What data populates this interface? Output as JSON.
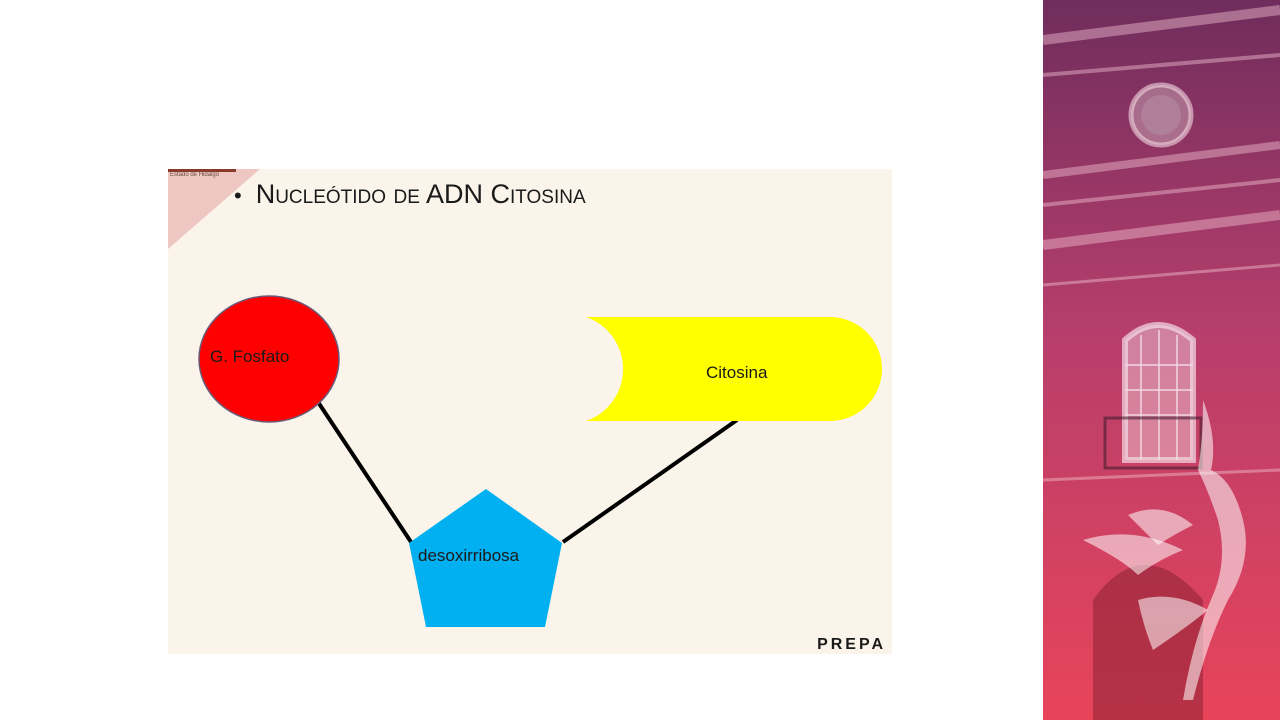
{
  "slide": {
    "header_text": "Estado de Hidalgo",
    "bullet": "•",
    "title": "Nucleótido de ADN Citosina",
    "logo_text": "PREPA"
  },
  "diagram": {
    "nodes": [
      {
        "id": "phosphate",
        "label": "G. Fosfato",
        "shape": "circle",
        "color": "#ff0000"
      },
      {
        "id": "sugar",
        "label": "desoxirribosa",
        "shape": "pentagon",
        "color": "#00b0f0"
      },
      {
        "id": "base",
        "label": "Citosina",
        "shape": "rounded-concave",
        "color": "#ffff00"
      }
    ],
    "edges": [
      {
        "from": "phosphate",
        "to": "sugar"
      },
      {
        "from": "sugar",
        "to": "base"
      }
    ]
  },
  "colors": {
    "slide_bg": "#fbf4ea",
    "panel_top": "#7a2f5c",
    "panel_bottom": "#e6405a"
  },
  "side_panel": {
    "icons": [
      "building-photo",
      "bird-logo"
    ]
  }
}
